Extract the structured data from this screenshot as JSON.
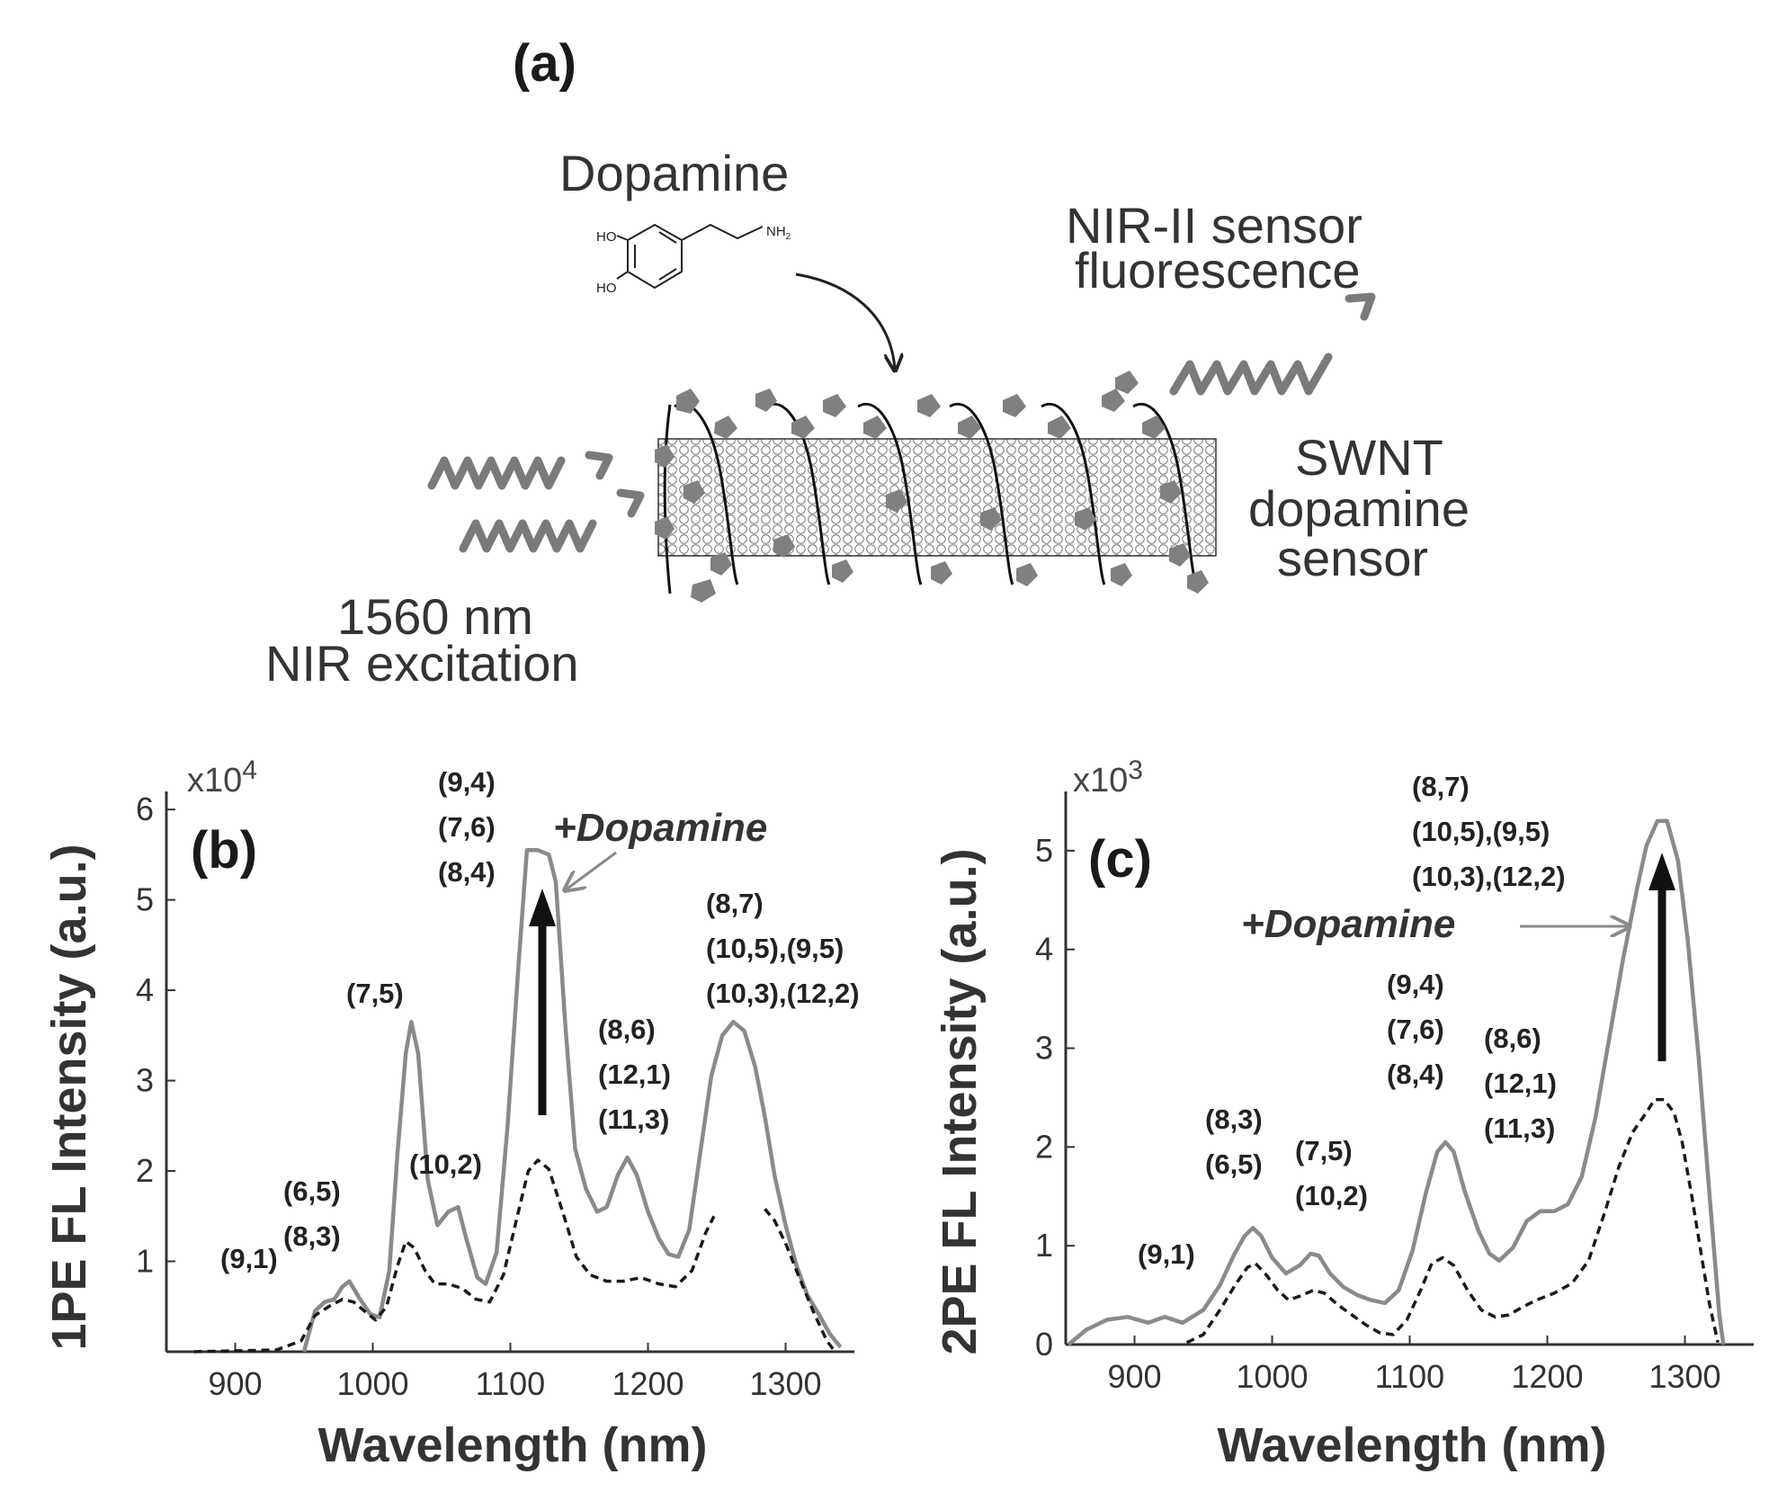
{
  "schematic": {
    "panel_label": "(a)",
    "analyte_label": "Dopamine",
    "chem_ho_top": "HO",
    "chem_ho_bottom": "HO",
    "chem_nh2": "NH",
    "chem_nh2_sub": "2",
    "emission_line1": "NIR-II sensor",
    "emission_line2": "fluorescence",
    "sensor_line1": "SWNT",
    "sensor_line2": "dopamine",
    "sensor_line3": "sensor",
    "excitation_line1": "1560 nm",
    "excitation_line2": "NIR excitation"
  },
  "colors": {
    "after": "#8a8a8a",
    "before": "#1a1a1a",
    "schematic_gray": "#7a7a7a"
  },
  "chart_data": [
    {
      "type": "line",
      "panel_label": "(b)",
      "xlabel": "Wavelength (nm)",
      "ylabel": "1PE FL Intensity (a.u.)",
      "y_multiplier": "x10",
      "y_multiplier_exp": "4",
      "xlim": [
        850,
        1350
      ],
      "ylim": [
        0,
        6.2
      ],
      "xticks": [
        900,
        1000,
        1100,
        1200,
        1300
      ],
      "yticks": [
        1,
        2,
        3,
        4,
        5,
        6
      ],
      "series": [
        {
          "style": "solid",
          "color": "#8a8a8a",
          "points": [
            [
              950,
              0
            ],
            [
              958,
              0.45
            ],
            [
              965,
              0.55
            ],
            [
              972,
              0.58
            ],
            [
              978,
              0.72
            ],
            [
              983,
              0.78
            ],
            [
              990,
              0.6
            ],
            [
              998,
              0.42
            ],
            [
              1005,
              0.38
            ],
            [
              1012,
              0.9
            ],
            [
              1018,
              2.2
            ],
            [
              1024,
              3.3
            ],
            [
              1028,
              3.65
            ],
            [
              1033,
              3.3
            ],
            [
              1040,
              1.9
            ],
            [
              1047,
              1.4
            ],
            [
              1055,
              1.55
            ],
            [
              1062,
              1.6
            ],
            [
              1068,
              1.25
            ],
            [
              1076,
              0.82
            ],
            [
              1082,
              0.75
            ],
            [
              1090,
              1.1
            ],
            [
              1098,
              2.5
            ],
            [
              1106,
              4.3
            ],
            [
              1112,
              5.55
            ],
            [
              1120,
              5.55
            ],
            [
              1128,
              5.5
            ],
            [
              1133,
              5.2
            ],
            [
              1140,
              3.6
            ],
            [
              1147,
              2.25
            ],
            [
              1155,
              1.8
            ],
            [
              1163,
              1.55
            ],
            [
              1170,
              1.6
            ],
            [
              1178,
              1.95
            ],
            [
              1185,
              2.15
            ],
            [
              1192,
              1.95
            ],
            [
              1200,
              1.55
            ],
            [
              1208,
              1.25
            ],
            [
              1215,
              1.08
            ],
            [
              1222,
              1.05
            ],
            [
              1230,
              1.35
            ],
            [
              1238,
              2.2
            ],
            [
              1246,
              3.05
            ],
            [
              1254,
              3.5
            ],
            [
              1262,
              3.65
            ],
            [
              1270,
              3.55
            ],
            [
              1278,
              3.15
            ],
            [
              1285,
              2.6
            ],
            [
              1292,
              1.95
            ],
            [
              1300,
              1.4
            ],
            [
              1308,
              0.95
            ],
            [
              1316,
              0.62
            ],
            [
              1324,
              0.42
            ],
            [
              1332,
              0.2
            ],
            [
              1340,
              0.05
            ]
          ]
        },
        {
          "style": "dashed",
          "color": "#1a1a1a",
          "points": [
            [
              870,
              0
            ],
            [
              930,
              0.02
            ],
            [
              948,
              0.12
            ],
            [
              958,
              0.4
            ],
            [
              968,
              0.5
            ],
            [
              978,
              0.58
            ],
            [
              986,
              0.55
            ],
            [
              994,
              0.45
            ],
            [
              1002,
              0.35
            ],
            [
              1010,
              0.5
            ],
            [
              1018,
              0.95
            ],
            [
              1024,
              1.22
            ],
            [
              1030,
              1.15
            ],
            [
              1038,
              0.9
            ],
            [
              1045,
              0.75
            ],
            [
              1055,
              0.75
            ],
            [
              1065,
              0.7
            ],
            [
              1075,
              0.58
            ],
            [
              1085,
              0.55
            ],
            [
              1095,
              0.85
            ],
            [
              1105,
              1.5
            ],
            [
              1113,
              2.0
            ],
            [
              1120,
              2.12
            ],
            [
              1128,
              2.02
            ],
            [
              1138,
              1.55
            ],
            [
              1148,
              1.05
            ],
            [
              1158,
              0.85
            ],
            [
              1170,
              0.78
            ],
            [
              1182,
              0.78
            ],
            [
              1195,
              0.82
            ],
            [
              1208,
              0.75
            ],
            [
              1220,
              0.72
            ],
            [
              1232,
              0.9
            ],
            [
              1242,
              1.32
            ],
            [
              1248,
              1.5
            ]
          ]
        },
        {
          "style": "dashed",
          "color": "#1a1a1a",
          "points": [
            [
              1285,
              1.58
            ],
            [
              1292,
              1.45
            ],
            [
              1300,
              1.2
            ],
            [
              1310,
              0.82
            ],
            [
              1320,
              0.45
            ],
            [
              1330,
              0.12
            ],
            [
              1336,
              0.0
            ]
          ]
        }
      ],
      "annotations": [
        {
          "lines": [
            "(9,1)"
          ]
        },
        {
          "lines": [
            "(6,5)",
            "(8,3)"
          ]
        },
        {
          "lines": [
            "(7,5)"
          ]
        },
        {
          "lines": [
            "(10,2)"
          ]
        },
        {
          "lines": [
            "(9,4)",
            "(7,6)",
            "(8,4)"
          ]
        },
        {
          "lines": [
            "(8,6)",
            "(12,1)",
            "(11,3)"
          ]
        },
        {
          "lines": [
            "(8,7)",
            "(10,5),(9,5)",
            "(10,3),(12,2)"
          ]
        }
      ],
      "dopamine_label": "+Dopamine"
    },
    {
      "type": "line",
      "panel_label": "(c)",
      "xlabel": "Wavelength (nm)",
      "ylabel": "2PE FL Intensity (a.u.)",
      "y_multiplier": "x10",
      "y_multiplier_exp": "3",
      "xlim": [
        850,
        1350
      ],
      "ylim": [
        0,
        5.6
      ],
      "xticks": [
        900,
        1000,
        1100,
        1200,
        1300
      ],
      "yticks": [
        0,
        1,
        2,
        3,
        4,
        5
      ],
      "series": [
        {
          "style": "solid",
          "color": "#8a8a8a",
          "points": [
            [
              852,
              0.0
            ],
            [
              865,
              0.15
            ],
            [
              880,
              0.25
            ],
            [
              895,
              0.28
            ],
            [
              910,
              0.22
            ],
            [
              922,
              0.28
            ],
            [
              935,
              0.22
            ],
            [
              950,
              0.35
            ],
            [
              962,
              0.6
            ],
            [
              972,
              0.9
            ],
            [
              980,
              1.1
            ],
            [
              986,
              1.18
            ],
            [
              992,
              1.1
            ],
            [
              1000,
              0.88
            ],
            [
              1010,
              0.72
            ],
            [
              1020,
              0.8
            ],
            [
              1028,
              0.92
            ],
            [
              1034,
              0.9
            ],
            [
              1042,
              0.72
            ],
            [
              1052,
              0.58
            ],
            [
              1062,
              0.5
            ],
            [
              1072,
              0.45
            ],
            [
              1082,
              0.42
            ],
            [
              1092,
              0.55
            ],
            [
              1102,
              0.95
            ],
            [
              1112,
              1.55
            ],
            [
              1120,
              1.95
            ],
            [
              1126,
              2.05
            ],
            [
              1132,
              1.95
            ],
            [
              1140,
              1.55
            ],
            [
              1150,
              1.15
            ],
            [
              1158,
              0.92
            ],
            [
              1165,
              0.85
            ],
            [
              1175,
              0.98
            ],
            [
              1185,
              1.25
            ],
            [
              1195,
              1.35
            ],
            [
              1205,
              1.35
            ],
            [
              1215,
              1.42
            ],
            [
              1225,
              1.7
            ],
            [
              1235,
              2.3
            ],
            [
              1245,
              3.1
            ],
            [
              1255,
              3.9
            ],
            [
              1265,
              4.6
            ],
            [
              1272,
              5.05
            ],
            [
              1280,
              5.3
            ],
            [
              1287,
              5.3
            ],
            [
              1295,
              4.9
            ],
            [
              1302,
              4.1
            ],
            [
              1310,
              2.9
            ],
            [
              1318,
              1.5
            ],
            [
              1325,
              0.3
            ],
            [
              1328,
              0.0
            ]
          ]
        },
        {
          "style": "dashed",
          "color": "#1a1a1a",
          "points": [
            [
              938,
              0.02
            ],
            [
              950,
              0.1
            ],
            [
              962,
              0.35
            ],
            [
              974,
              0.62
            ],
            [
              982,
              0.78
            ],
            [
              988,
              0.82
            ],
            [
              996,
              0.7
            ],
            [
              1004,
              0.55
            ],
            [
              1012,
              0.45
            ],
            [
              1022,
              0.5
            ],
            [
              1030,
              0.55
            ],
            [
              1038,
              0.52
            ],
            [
              1048,
              0.4
            ],
            [
              1058,
              0.3
            ],
            [
              1068,
              0.2
            ],
            [
              1078,
              0.12
            ],
            [
              1088,
              0.1
            ],
            [
              1098,
              0.25
            ],
            [
              1108,
              0.55
            ],
            [
              1116,
              0.82
            ],
            [
              1124,
              0.88
            ],
            [
              1132,
              0.8
            ],
            [
              1142,
              0.55
            ],
            [
              1152,
              0.35
            ],
            [
              1162,
              0.28
            ],
            [
              1172,
              0.3
            ],
            [
              1182,
              0.38
            ],
            [
              1192,
              0.45
            ],
            [
              1205,
              0.52
            ],
            [
              1218,
              0.62
            ],
            [
              1230,
              0.85
            ],
            [
              1242,
              1.35
            ],
            [
              1252,
              1.8
            ],
            [
              1262,
              2.15
            ],
            [
              1272,
              2.35
            ],
            [
              1278,
              2.48
            ],
            [
              1285,
              2.48
            ],
            [
              1292,
              2.35
            ],
            [
              1298,
              2.05
            ],
            [
              1305,
              1.5
            ],
            [
              1312,
              0.9
            ],
            [
              1318,
              0.4
            ],
            [
              1324,
              0.02
            ]
          ]
        }
      ],
      "annotations": [
        {
          "lines": [
            "(9,1)"
          ]
        },
        {
          "lines": [
            "(8,3)",
            "(6,5)"
          ]
        },
        {
          "lines": [
            "(7,5)",
            "(10,2)"
          ]
        },
        {
          "lines": [
            "(9,4)",
            "(7,6)",
            "(8,4)"
          ]
        },
        {
          "lines": [
            "(8,6)",
            "(12,1)",
            "(11,3)"
          ]
        },
        {
          "lines": [
            "(8,7)",
            "(10,5),(9,5)",
            "(10,3),(12,2)"
          ]
        }
      ],
      "dopamine_label": "+Dopamine"
    }
  ]
}
